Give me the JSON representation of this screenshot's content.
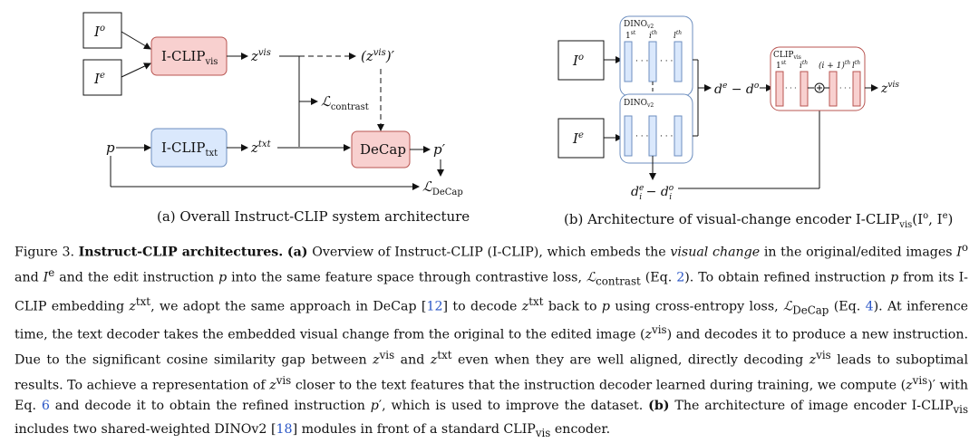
{
  "panel_a": {
    "input_io": "I",
    "input_io_sup": "o",
    "input_ie": "I",
    "input_ie_sup": "e",
    "input_p": "p",
    "iclip_vis_label": "I-CLIP",
    "iclip_vis_sub": "vis",
    "iclip_txt_label": "I-CLIP",
    "iclip_txt_sub": "txt",
    "z_vis": "z",
    "z_vis_sup": "vis",
    "z_vis_prime": "(z",
    "z_vis_prime_sup": "vis",
    "z_vis_prime_close": ")′",
    "z_txt": "z",
    "z_txt_sup": "txt",
    "loss_contrast": "ℒ",
    "loss_contrast_sub": "contrast",
    "decap_label": "DeCap",
    "p_prime": "p′",
    "loss_decap": "ℒ",
    "loss_decap_sub": "DeCap",
    "caption": "(a) Overall Instruct-CLIP system architecture"
  },
  "panel_b": {
    "input_io": "I",
    "input_io_sup": "o",
    "input_ie": "I",
    "input_ie_sup": "e",
    "dino_top_label": "DINO",
    "dino_top_sub": "v2",
    "dino_bottom_label": "DINO",
    "dino_bottom_sub": "v2",
    "layer_1st": "1",
    "layer_1st_sup": "st",
    "layer_ith": "i",
    "layer_ith_sup": "th",
    "layer_lth": "l",
    "layer_lth_sup": "th",
    "clip_label": "CLIP",
    "clip_sub": "vis",
    "clip_1st": "1",
    "clip_1st_sup": "st",
    "clip_ith": "i",
    "clip_ith_sup": "th",
    "clip_i1th": "(i + 1)",
    "clip_i1th_sup": "th",
    "clip_lth": "l",
    "clip_lth_sup": "th",
    "dots": "· · ·",
    "diff_out": "d",
    "diff_out_sup1": "e",
    "diff_out_mid": " − d",
    "diff_out_sup2": "o",
    "diff_i": "d",
    "diff_i_sup": "e",
    "diff_i_sub": "i",
    "diff_i_mid": " − d",
    "diff_i_sup2": "o",
    "diff_i_sub2": "i",
    "z_vis": "z",
    "z_vis_sup": "vis",
    "caption": "(b) Architecture of visual-change encoder I-CLIP",
    "caption_sub": "vis",
    "caption_tail": "(I",
    "caption_sup1": "o",
    "caption_mid": ", I",
    "caption_sup2": "e",
    "caption_end": ")"
  },
  "caption": {
    "fig_label": "Figure 3.",
    "title": "Instruct-CLIP architectures.",
    "part_a": "(a)",
    "t1": "Overview of Instruct-CLIP (I-CLIP), which embeds the",
    "visual_change": "visual change",
    "t2": "in the original/edited images",
    "t3": "and",
    "t4": "and the edit instruction",
    "t5": "into the same feature space through contrastive loss,",
    "t6": "(Eq.",
    "eq2": "2",
    "t7": "). To obtain refined instruction",
    "t8": "from its I-CLIP embedding",
    "t9": ", we adopt the same approach in DeCap [",
    "ref12": "12",
    "t10": "] to decode",
    "t11": "back to",
    "t12": "using cross-entropy loss,",
    "t13": "(Eq.",
    "eq4": "4",
    "t14": "). At inference time, the text decoder takes the embedded visual change from the original to the edited image (",
    "t15": ") and decodes it to produce a new instruction. Due to the significant cosine similarity gap between",
    "t16": "and",
    "t17": "even when they are well aligned, directly decoding",
    "t18": "leads to suboptimal results. To achieve a representation of",
    "t19": "closer to the text features that the instruction decoder learned during training, we compute",
    "t20": "with Eq.",
    "eq6": "6",
    "t21": "and decode it to obtain the refined instruction",
    "t22": ", which is used to improve the dataset.",
    "part_b": "(b)",
    "t23": "The architecture of image encoder I-CLIP",
    "t24": "includes two shared-weighted DINOv2 [",
    "ref18": "18",
    "t25": "] modules in front of a standard CLIP",
    "t26": "encoder."
  },
  "colors": {
    "red_fill": "#f8d0cf",
    "red_stroke": "#b85450",
    "blue_fill": "#dae8fc",
    "blue_stroke": "#6c8ebf",
    "link": "#2a56c6"
  }
}
